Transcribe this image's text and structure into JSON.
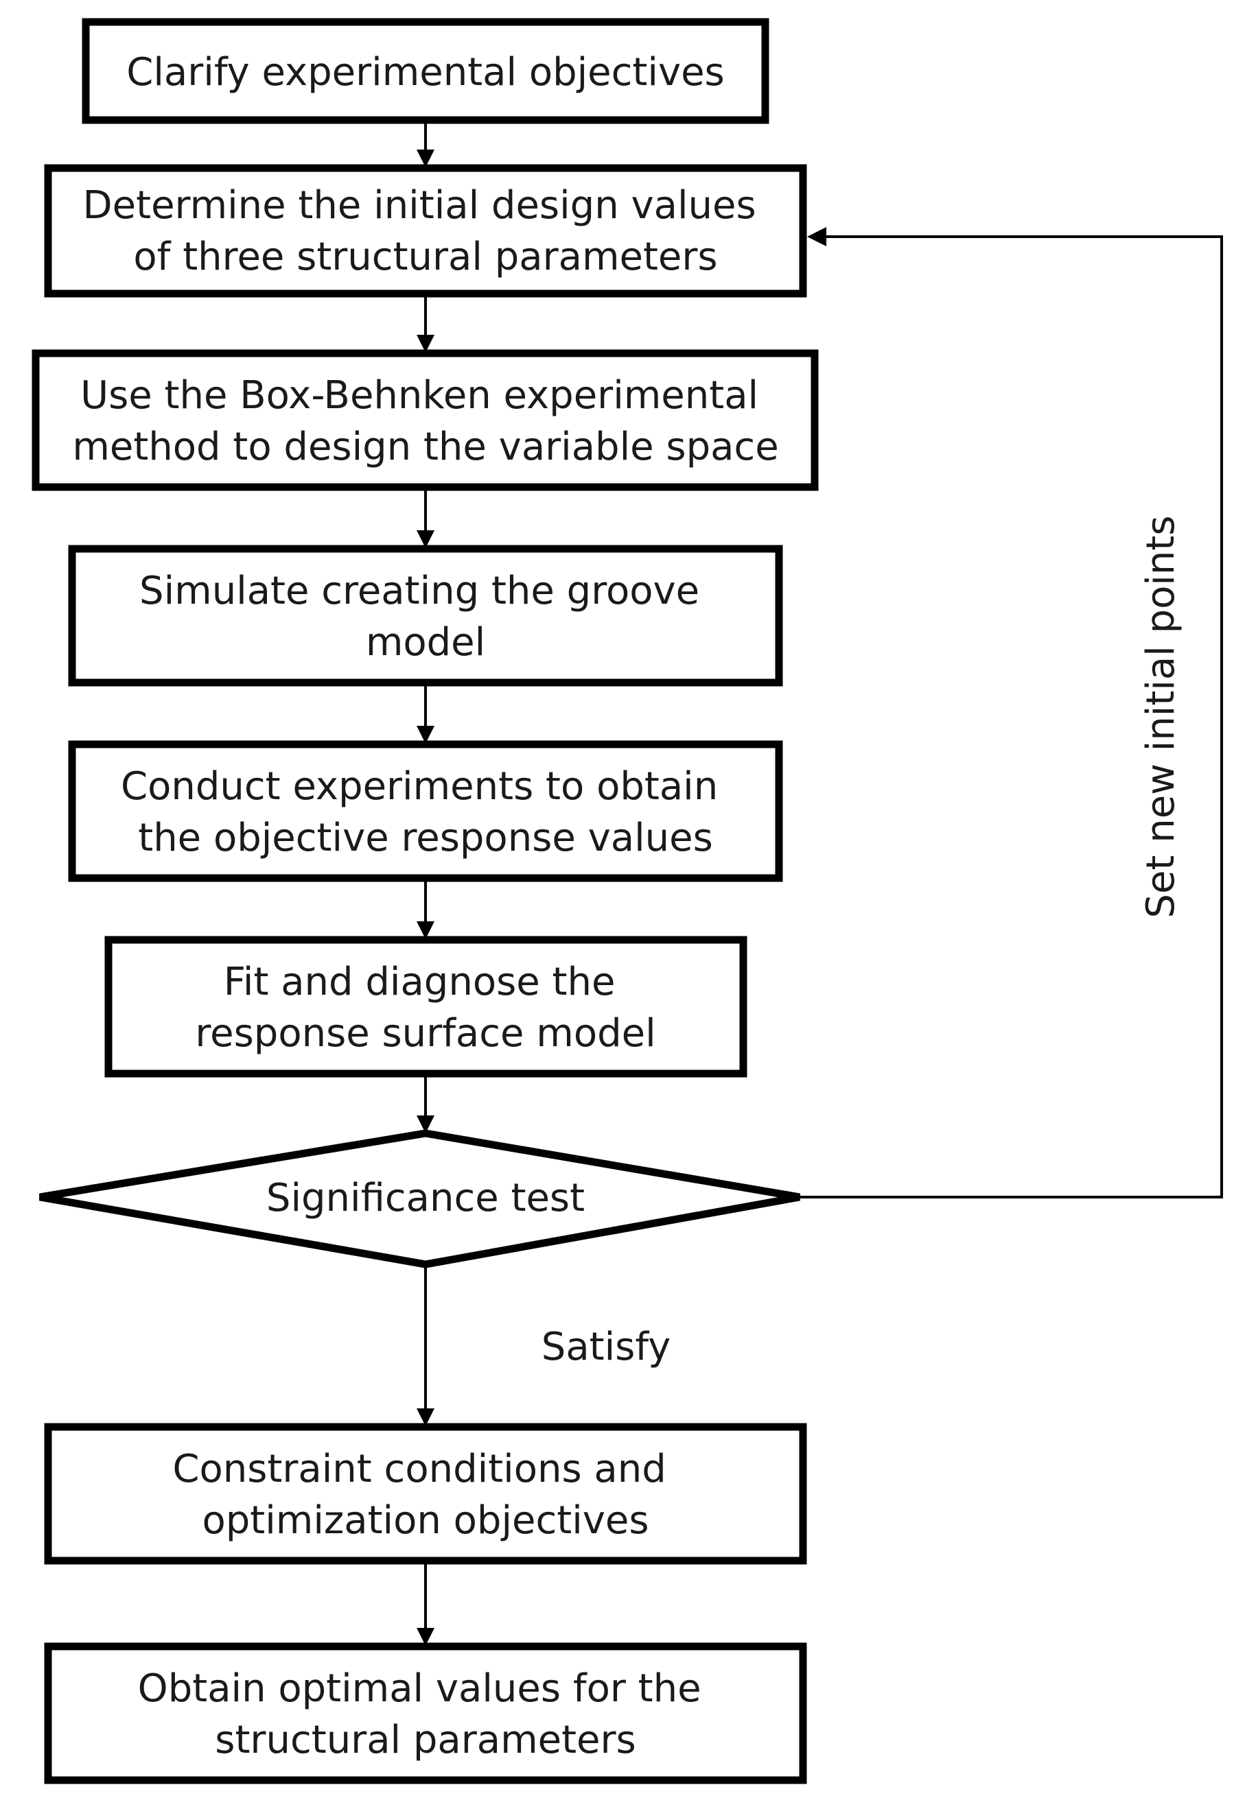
{
  "diagram": {
    "steps": [
      {
        "lines": [
          "Clarify experimental objectives"
        ]
      },
      {
        "lines": [
          "Determine the initial design values",
          "of three structural parameters"
        ]
      },
      {
        "lines": [
          "Use the Box-Behnken experimental",
          "method to design the variable space"
        ]
      },
      {
        "lines": [
          "Simulate creating the groove",
          "model"
        ]
      },
      {
        "lines": [
          "Conduct experiments to obtain",
          "the objective response values"
        ]
      },
      {
        "lines": [
          "Fit and diagnose the",
          "response surface model"
        ]
      }
    ],
    "decision": {
      "label": "Significance test"
    },
    "feedback_label": "Set new initial points",
    "satisfy_label": "Satisfy",
    "final_steps": [
      {
        "lines": [
          "Constraint conditions and",
          "optimization objectives"
        ]
      },
      {
        "lines": [
          "Obtain optimal values for the",
          "structural parameters"
        ]
      }
    ]
  }
}
